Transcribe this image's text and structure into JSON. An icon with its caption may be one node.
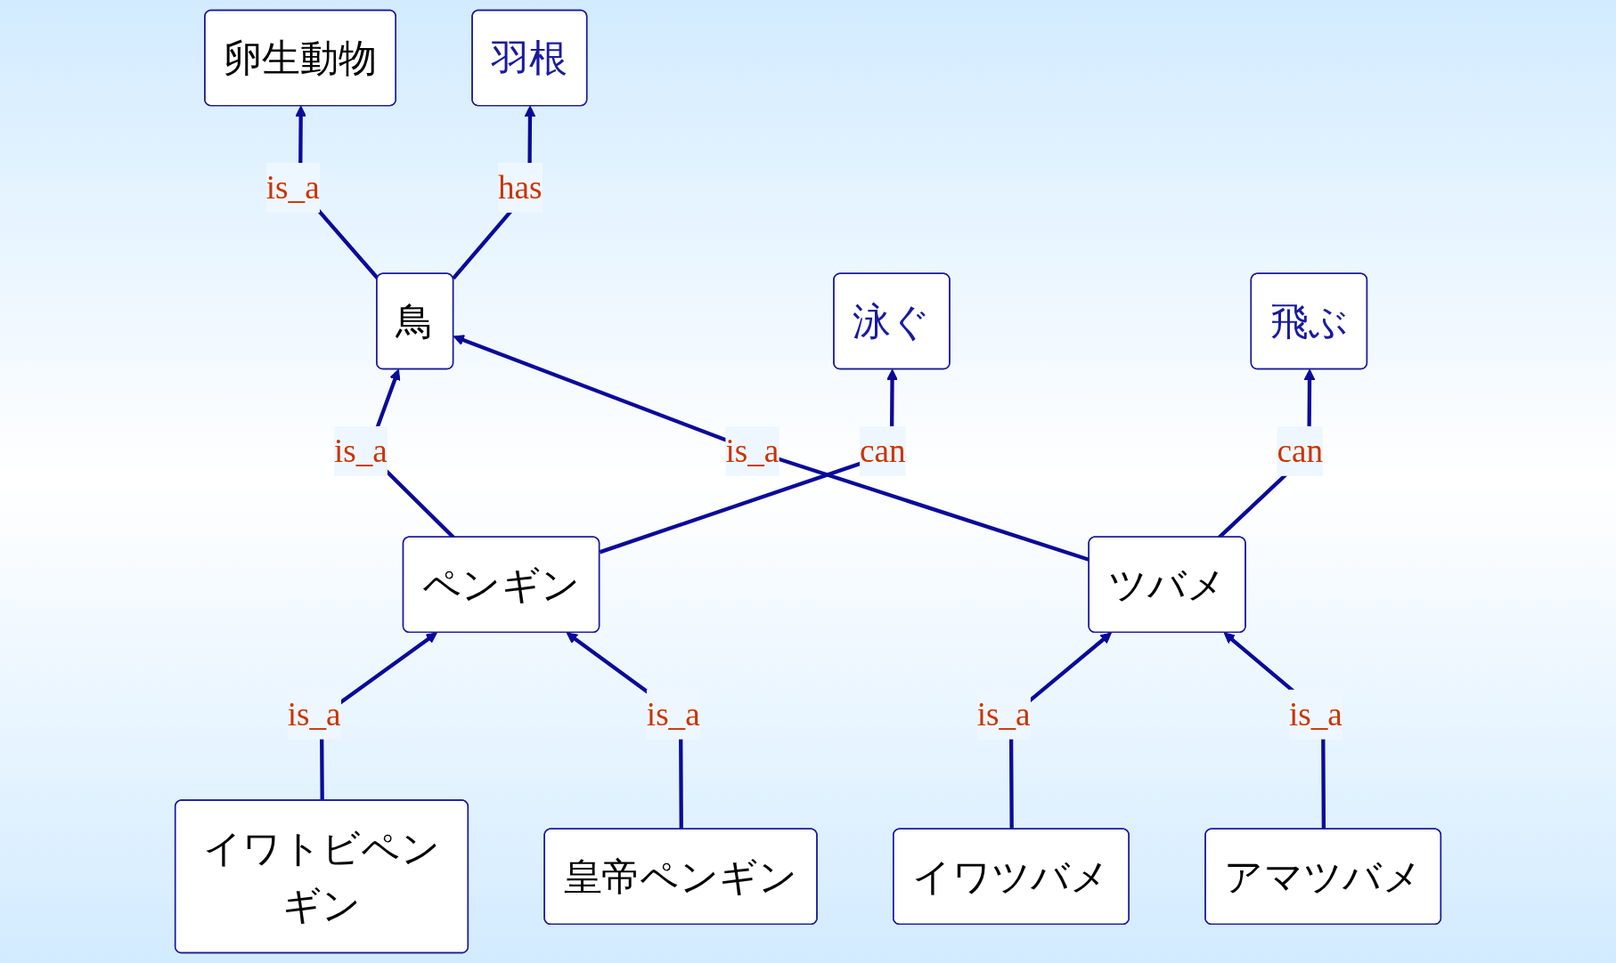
{
  "diagram": {
    "nodes": [
      {
        "text": [
          "卵生動物"
        ]
      },
      {
        "text": [
          "鳥"
        ]
      },
      {
        "text": [
          "羽根"
        ]
      },
      {
        "text": [
          "泳ぐ"
        ]
      },
      {
        "text": [
          "ペンギン"
        ]
      },
      {
        "text": [
          "ツバメ"
        ]
      },
      {
        "text": [
          "飛ぶ"
        ]
      },
      {
        "text": [
          "イワトビペンギン"
        ]
      },
      {
        "text": [
          "皇帝ペンギン"
        ]
      },
      {
        "text": [
          "イワツバメ"
        ]
      },
      {
        "text": [
          "アマツバメ"
        ]
      }
    ],
    "edges": [
      {
        "from": 1,
        "to": 0,
        "arrow": "to",
        "label": "is_a"
      },
      {
        "from": 1,
        "to": 2,
        "arrow": "to",
        "label": "has"
      },
      {
        "from": 4,
        "to": 1,
        "arrow": "to",
        "label": "is_a"
      },
      {
        "from": 5,
        "to": 1,
        "arrow": "to",
        "label": "is_a"
      },
      {
        "from": 4,
        "to": 3,
        "arrow": "to",
        "label": "can"
      },
      {
        "from": 5,
        "to": 6,
        "arrow": "to",
        "label": "can"
      },
      {
        "from": 7,
        "to": 4,
        "arrow": "to",
        "label": "is_a"
      },
      {
        "from": 8,
        "to": 4,
        "arrow": "to",
        "label": "is_a"
      },
      {
        "from": 9,
        "to": 5,
        "arrow": "to",
        "label": "is_a"
      },
      {
        "from": 10,
        "to": 5,
        "arrow": "to",
        "label": "is_a"
      }
    ]
  }
}
